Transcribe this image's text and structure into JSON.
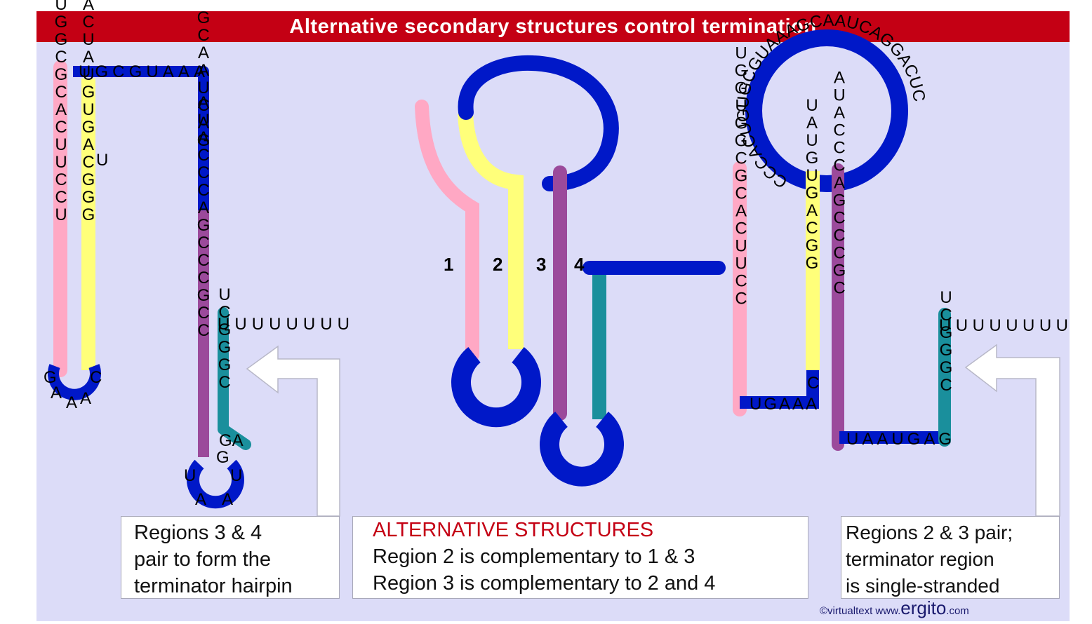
{
  "title": "Alternative secondary structures control termination",
  "colors": {
    "banner": "#c40014",
    "panel": "#dcdcf8",
    "region1": "#ffa8c4",
    "region2": "#ffff7a",
    "region3": "#9b4a9b",
    "region4": "#1a8f9c",
    "loop": "#0018c8",
    "heading": "#c40014"
  },
  "region_labels": [
    "1",
    "2",
    "3",
    "4"
  ],
  "left_structure": {
    "region1_seq": "UGGUGGCGCACUUCCU",
    "region2_seq": "ACCACUAUGUGACGGG",
    "region2_bulge": "U",
    "loop1_seq": [
      "G",
      "A",
      "A",
      "A",
      "C"
    ],
    "top_seq": "UGCGUAAA",
    "right_down_seq": "GCAAUCAG",
    "region3_seq": "AUACCCAGCCCGCC",
    "loop2_seq": [
      "U",
      "A",
      "A",
      "U"
    ],
    "region4_ga": "GA",
    "region4_g": "G",
    "region4_seq": "UCGGGC",
    "tail": "UUUUUUUU"
  },
  "right_structure": {
    "loop_seq": "CCCACUGUGCGUAAAGCAAUCAGGACUC",
    "region1_seq": "UGGUGGCGCACUUCC",
    "region1_bottom": "UGAAA",
    "region2_seq": "UAUGUGACGG",
    "region2_end": "C",
    "region3_seq": "AUACCCAGCCCGC",
    "region3_bottom": "UAAUGAG",
    "region4_seq": "UCGGGC",
    "tail": "UUUUUUUU"
  },
  "captions": {
    "left": [
      "Regions 3 & 4",
      "pair to form the",
      "terminator hairpin"
    ],
    "middle_heading": "ALTERNATIVE STRUCTURES",
    "middle": [
      "Region 2 is complementary to 1 & 3",
      "Region 3 is complementary to 2 and 4"
    ],
    "right": [
      "Regions 2 & 3 pair;",
      "terminator region",
      "is single-stranded"
    ]
  },
  "credit": {
    "text": "©virtualtext  www.",
    "logo": "ergito",
    "suffix": ".com"
  }
}
